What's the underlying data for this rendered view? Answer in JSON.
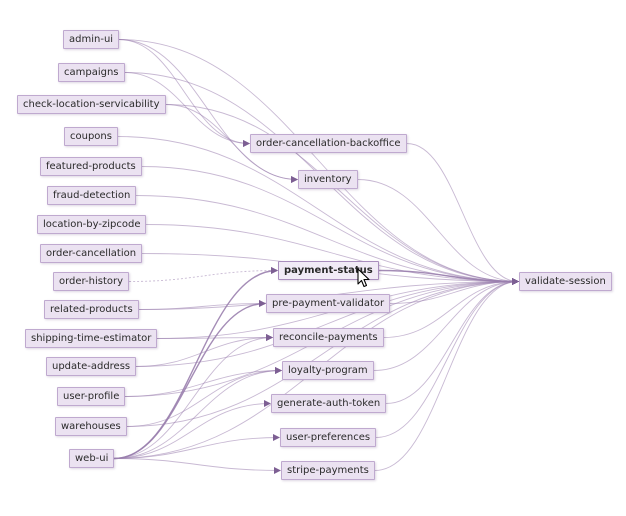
{
  "graph": {
    "edge_color": "#9a7fae",
    "node_fill": "#ebe2f1",
    "node_border": "#bfa9cf",
    "nodes": [
      {
        "id": "admin-ui",
        "label": "admin-ui"
      },
      {
        "id": "campaigns",
        "label": "campaigns"
      },
      {
        "id": "check-location-servicability",
        "label": "check-location-servicability"
      },
      {
        "id": "coupons",
        "label": "coupons"
      },
      {
        "id": "featured-products",
        "label": "featured-products"
      },
      {
        "id": "fraud-detection",
        "label": "fraud-detection"
      },
      {
        "id": "location-by-zipcode",
        "label": "location-by-zipcode"
      },
      {
        "id": "order-cancellation",
        "label": "order-cancellation"
      },
      {
        "id": "order-history",
        "label": "order-history"
      },
      {
        "id": "related-products",
        "label": "related-products"
      },
      {
        "id": "shipping-time-estimator",
        "label": "shipping-time-estimator"
      },
      {
        "id": "update-address",
        "label": "update-address"
      },
      {
        "id": "user-profile",
        "label": "user-profile"
      },
      {
        "id": "warehouses",
        "label": "warehouses"
      },
      {
        "id": "web-ui",
        "label": "web-ui"
      },
      {
        "id": "order-cancellation-backoffice",
        "label": "order-cancellation-backoffice"
      },
      {
        "id": "inventory",
        "label": "inventory"
      },
      {
        "id": "payment-status",
        "label": "payment-status",
        "focus": true
      },
      {
        "id": "pre-payment-validator",
        "label": "pre-payment-validator"
      },
      {
        "id": "reconcile-payments",
        "label": "reconcile-payments"
      },
      {
        "id": "loyalty-program",
        "label": "loyalty-program"
      },
      {
        "id": "generate-auth-token",
        "label": "generate-auth-token"
      },
      {
        "id": "user-preferences",
        "label": "user-preferences"
      },
      {
        "id": "stripe-payments",
        "label": "stripe-payments"
      },
      {
        "id": "validate-session",
        "label": "validate-session"
      }
    ],
    "edges": [
      {
        "from": "admin-ui",
        "to": "order-cancellation-backoffice"
      },
      {
        "from": "admin-ui",
        "to": "inventory"
      },
      {
        "from": "campaigns",
        "to": "order-cancellation-backoffice"
      },
      {
        "from": "check-location-servicability",
        "to": "inventory"
      },
      {
        "from": "admin-ui",
        "to": "validate-session"
      },
      {
        "from": "campaigns",
        "to": "validate-session"
      },
      {
        "from": "check-location-servicability",
        "to": "validate-session"
      },
      {
        "from": "coupons",
        "to": "validate-session"
      },
      {
        "from": "featured-products",
        "to": "validate-session"
      },
      {
        "from": "fraud-detection",
        "to": "validate-session"
      },
      {
        "from": "location-by-zipcode",
        "to": "validate-session"
      },
      {
        "from": "order-cancellation",
        "to": "validate-session"
      },
      {
        "from": "order-history",
        "to": "payment-status",
        "style": "dashed"
      },
      {
        "from": "related-products",
        "to": "validate-session"
      },
      {
        "from": "shipping-time-estimator",
        "to": "validate-session"
      },
      {
        "from": "update-address",
        "to": "validate-session"
      },
      {
        "from": "user-profile",
        "to": "validate-session"
      },
      {
        "from": "warehouses",
        "to": "validate-session"
      },
      {
        "from": "web-ui",
        "to": "validate-session"
      },
      {
        "from": "related-products",
        "to": "pre-payment-validator"
      },
      {
        "from": "shipping-time-estimator",
        "to": "reconcile-payments"
      },
      {
        "from": "update-address",
        "to": "reconcile-payments"
      },
      {
        "from": "user-profile",
        "to": "loyalty-program"
      },
      {
        "from": "warehouses",
        "to": "loyalty-program"
      },
      {
        "from": "web-ui",
        "to": "payment-status",
        "bold": true
      },
      {
        "from": "web-ui",
        "to": "pre-payment-validator",
        "bold": true
      },
      {
        "from": "web-ui",
        "to": "reconcile-payments"
      },
      {
        "from": "web-ui",
        "to": "loyalty-program"
      },
      {
        "from": "web-ui",
        "to": "generate-auth-token"
      },
      {
        "from": "web-ui",
        "to": "user-preferences"
      },
      {
        "from": "web-ui",
        "to": "stripe-payments"
      },
      {
        "from": "order-cancellation-backoffice",
        "to": "validate-session"
      },
      {
        "from": "inventory",
        "to": "validate-session"
      },
      {
        "from": "payment-status",
        "to": "validate-session",
        "bold": true
      },
      {
        "from": "pre-payment-validator",
        "to": "validate-session"
      },
      {
        "from": "reconcile-payments",
        "to": "validate-session"
      },
      {
        "from": "loyalty-program",
        "to": "validate-session"
      },
      {
        "from": "generate-auth-token",
        "to": "validate-session"
      },
      {
        "from": "user-preferences",
        "to": "validate-session"
      },
      {
        "from": "stripe-payments",
        "to": "validate-session"
      }
    ]
  }
}
